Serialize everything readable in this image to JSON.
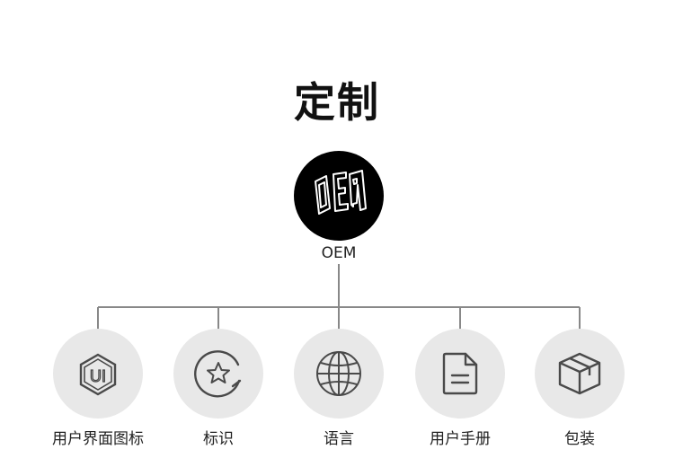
{
  "title": "定制",
  "root": {
    "label": "OEM",
    "logo_text": "OEM"
  },
  "nodes": [
    {
      "label": "用户界面图标",
      "icon": "ui-hexagon-icon",
      "icon_text": "UI"
    },
    {
      "label": "标识",
      "icon": "star-badge-icon"
    },
    {
      "label": "语言",
      "icon": "globe-icon"
    },
    {
      "label": "用户手册",
      "icon": "document-icon"
    },
    {
      "label": "包装",
      "icon": "package-box-icon"
    }
  ],
  "colors": {
    "node_bg": "#e8e8e8",
    "root_bg": "#000000",
    "line": "#888888",
    "icon_stroke": "#4a4a4a"
  }
}
